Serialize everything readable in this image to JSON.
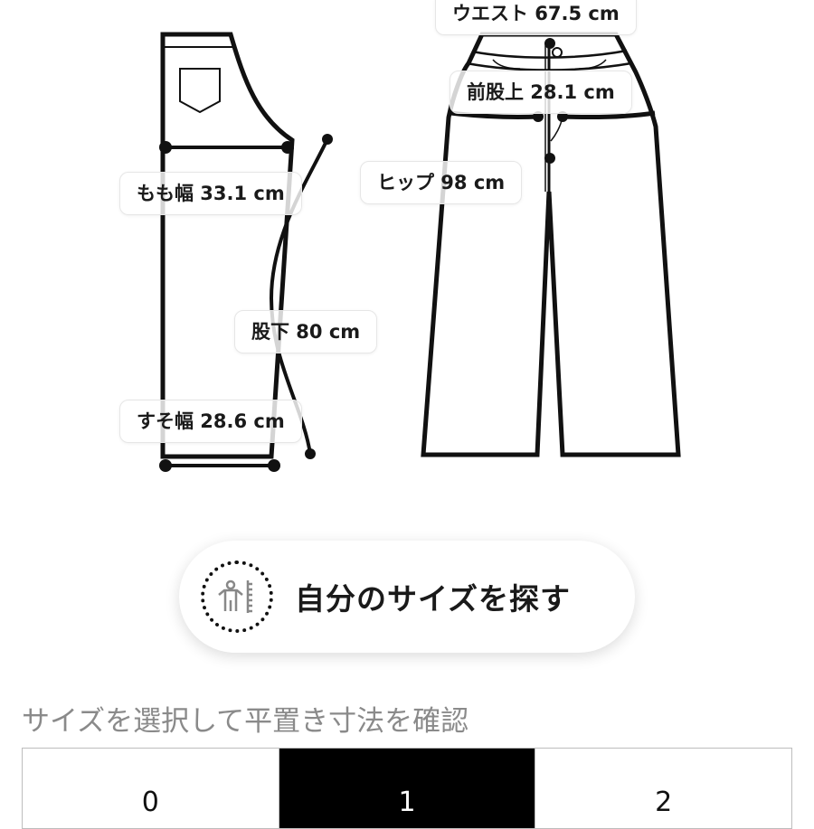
{
  "diagram": {
    "side_view": {
      "thigh_width": "もも幅 33.1 cm",
      "inseam": "股下 80 cm",
      "hem_width": "すそ幅 28.6 cm"
    },
    "front_view": {
      "waist": "ウエスト 67.5 cm",
      "front_rise": "前股上 28.1 cm",
      "hip": "ヒップ 98 cm"
    }
  },
  "find_size_button": {
    "label": "自分のサイズを探す",
    "icon": "body-measure-icon"
  },
  "size_section": {
    "title": "サイズを選択して平置き寸法を確認",
    "sizes": [
      {
        "label": "0",
        "selected": false
      },
      {
        "label": "1",
        "selected": true
      },
      {
        "label": "2",
        "selected": false
      }
    ]
  }
}
